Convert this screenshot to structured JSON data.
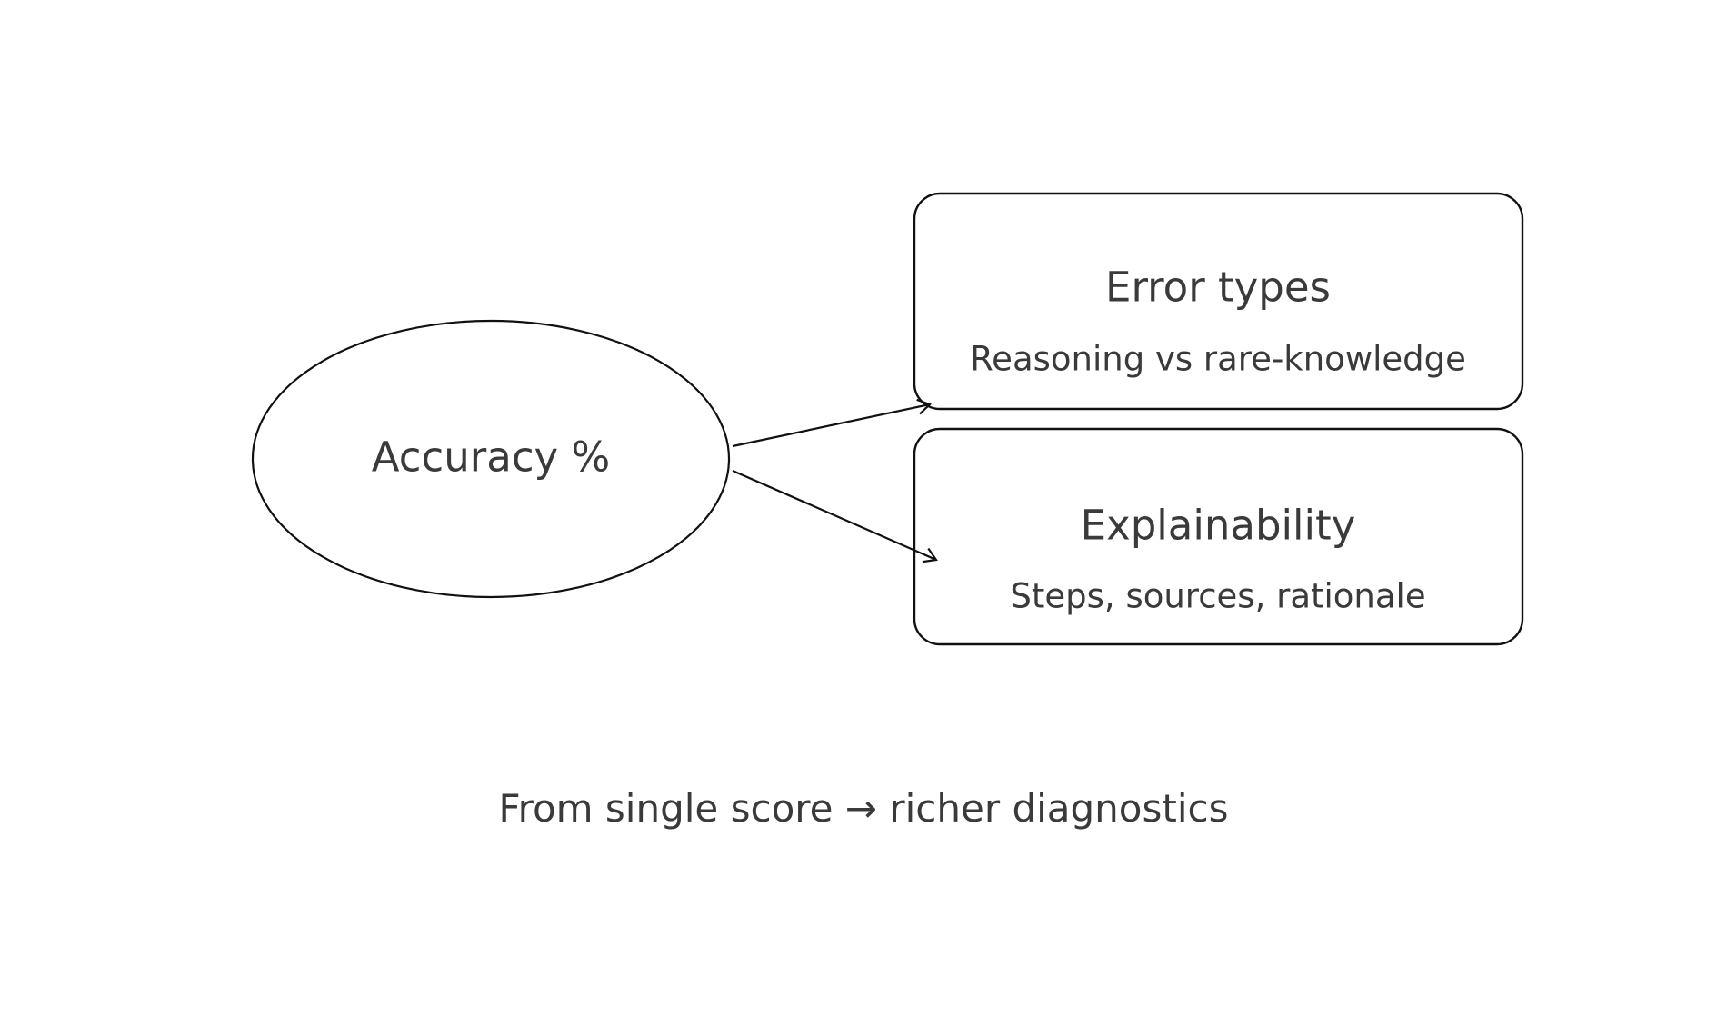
{
  "diagram": {
    "source": {
      "label": "Accuracy %"
    },
    "targets": [
      {
        "title": "Error types",
        "subtitle": "Reasoning vs rare-knowledge"
      },
      {
        "title": "Explainability",
        "subtitle": "Steps, sources, rationale"
      }
    ],
    "caption": "From single score → richer diagnostics",
    "colors": {
      "background": "#ffffff",
      "shape_stroke": "#111111",
      "text": "#3a3a3a"
    }
  }
}
